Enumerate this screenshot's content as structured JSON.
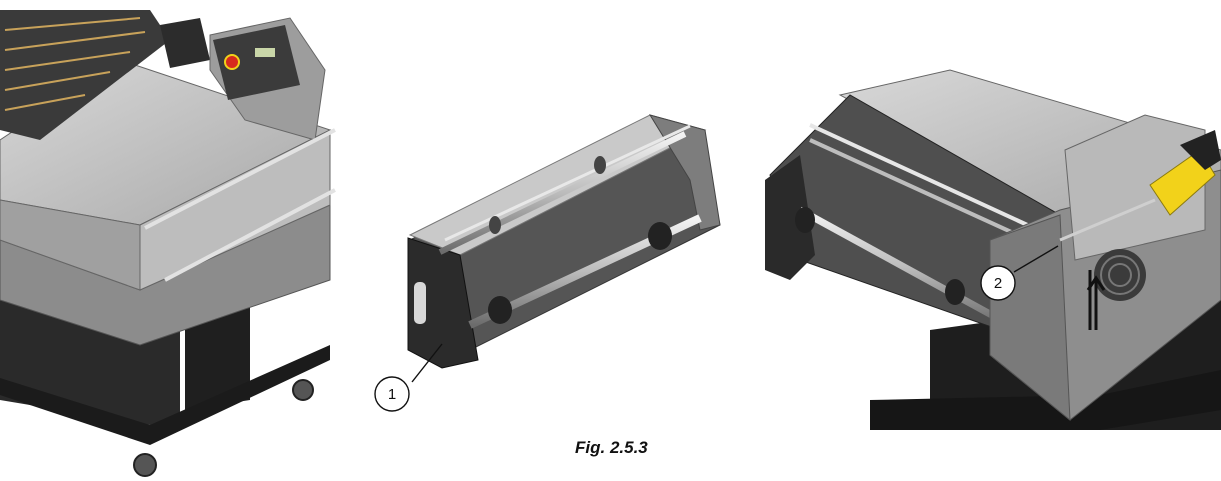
{
  "figure": {
    "caption": "Fig. 2.5.3",
    "callouts": [
      {
        "label": "1"
      },
      {
        "label": "2"
      }
    ]
  },
  "colors": {
    "panel_light": "#c9c9c9",
    "panel_mid": "#9a9a9a",
    "panel_dark": "#5a5a5a",
    "panel_black": "#2a2a2a",
    "stand": "#1f1f1f",
    "handle_yellow": "#f2d21a",
    "stop_red": "#d62a1e"
  }
}
